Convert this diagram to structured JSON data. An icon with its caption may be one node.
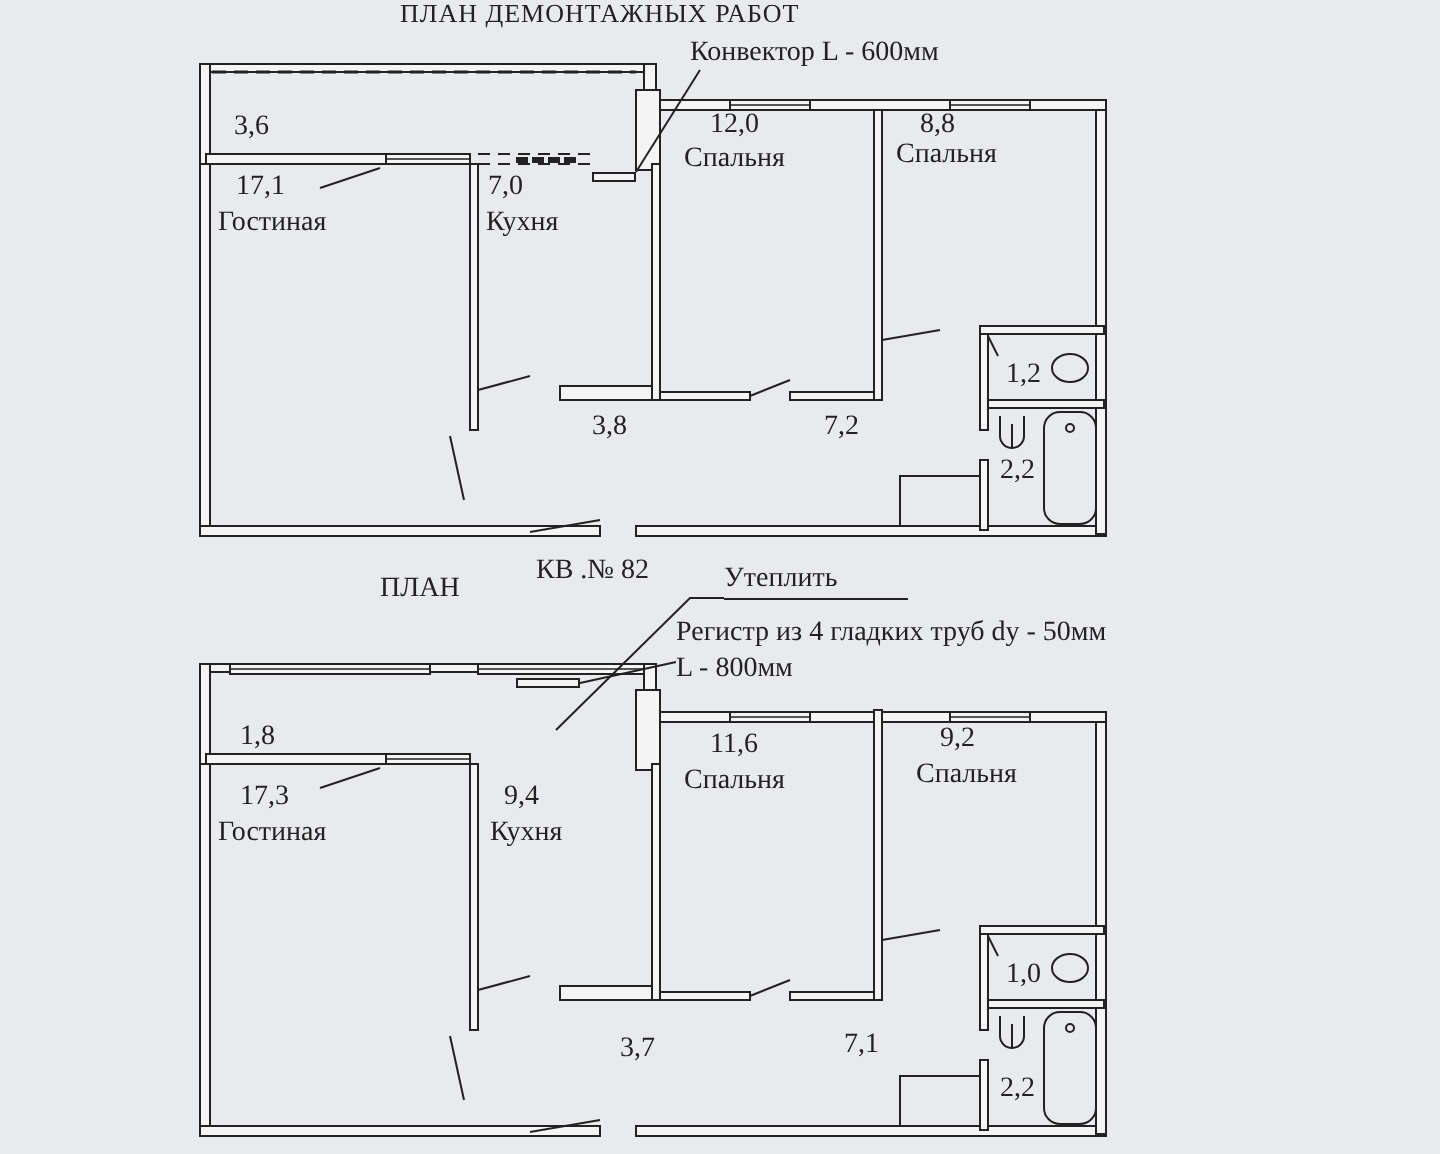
{
  "diagram": {
    "title": "ПЛАН ДЕМОНТАЖНЫХ РАБОТ",
    "nodes": [
      {
        "text": [
          "Конвектор L - 600мм"
        ]
      },
      {
        "text": [],
        "shape": "bar"
      },
      {
        "text": [
          "Утеплить"
        ]
      },
      {
        "text": [
          "Регистр из 4 гладких труб dy - 50мм L - 800мм"
        ]
      },
      {
        "text": [],
        "shape": "bar"
      }
    ],
    "edges": [
      {
        "from": 0,
        "to": 1,
        "arrow": "none"
      },
      {
        "from": 2,
        "to": null,
        "arrow": "none"
      },
      {
        "from": 3,
        "to": 4,
        "arrow": "none"
      }
    ],
    "labels": [
      "3,6",
      "17,1",
      "Гостиная",
      "7,0",
      "Кухня",
      "12,0",
      "Спальня",
      "8,8",
      "Спальня",
      "3,8",
      "7,2",
      "1,2",
      "2,2",
      "ПЛАН",
      "КВ .№ 82",
      "1,8",
      "17,3",
      "Гостиная",
      "9,4",
      "Кухня",
      "11,6",
      "Спальня",
      "9,2",
      "Спальня",
      "3,7",
      "7,1",
      "1,0",
      "2,2"
    ]
  }
}
